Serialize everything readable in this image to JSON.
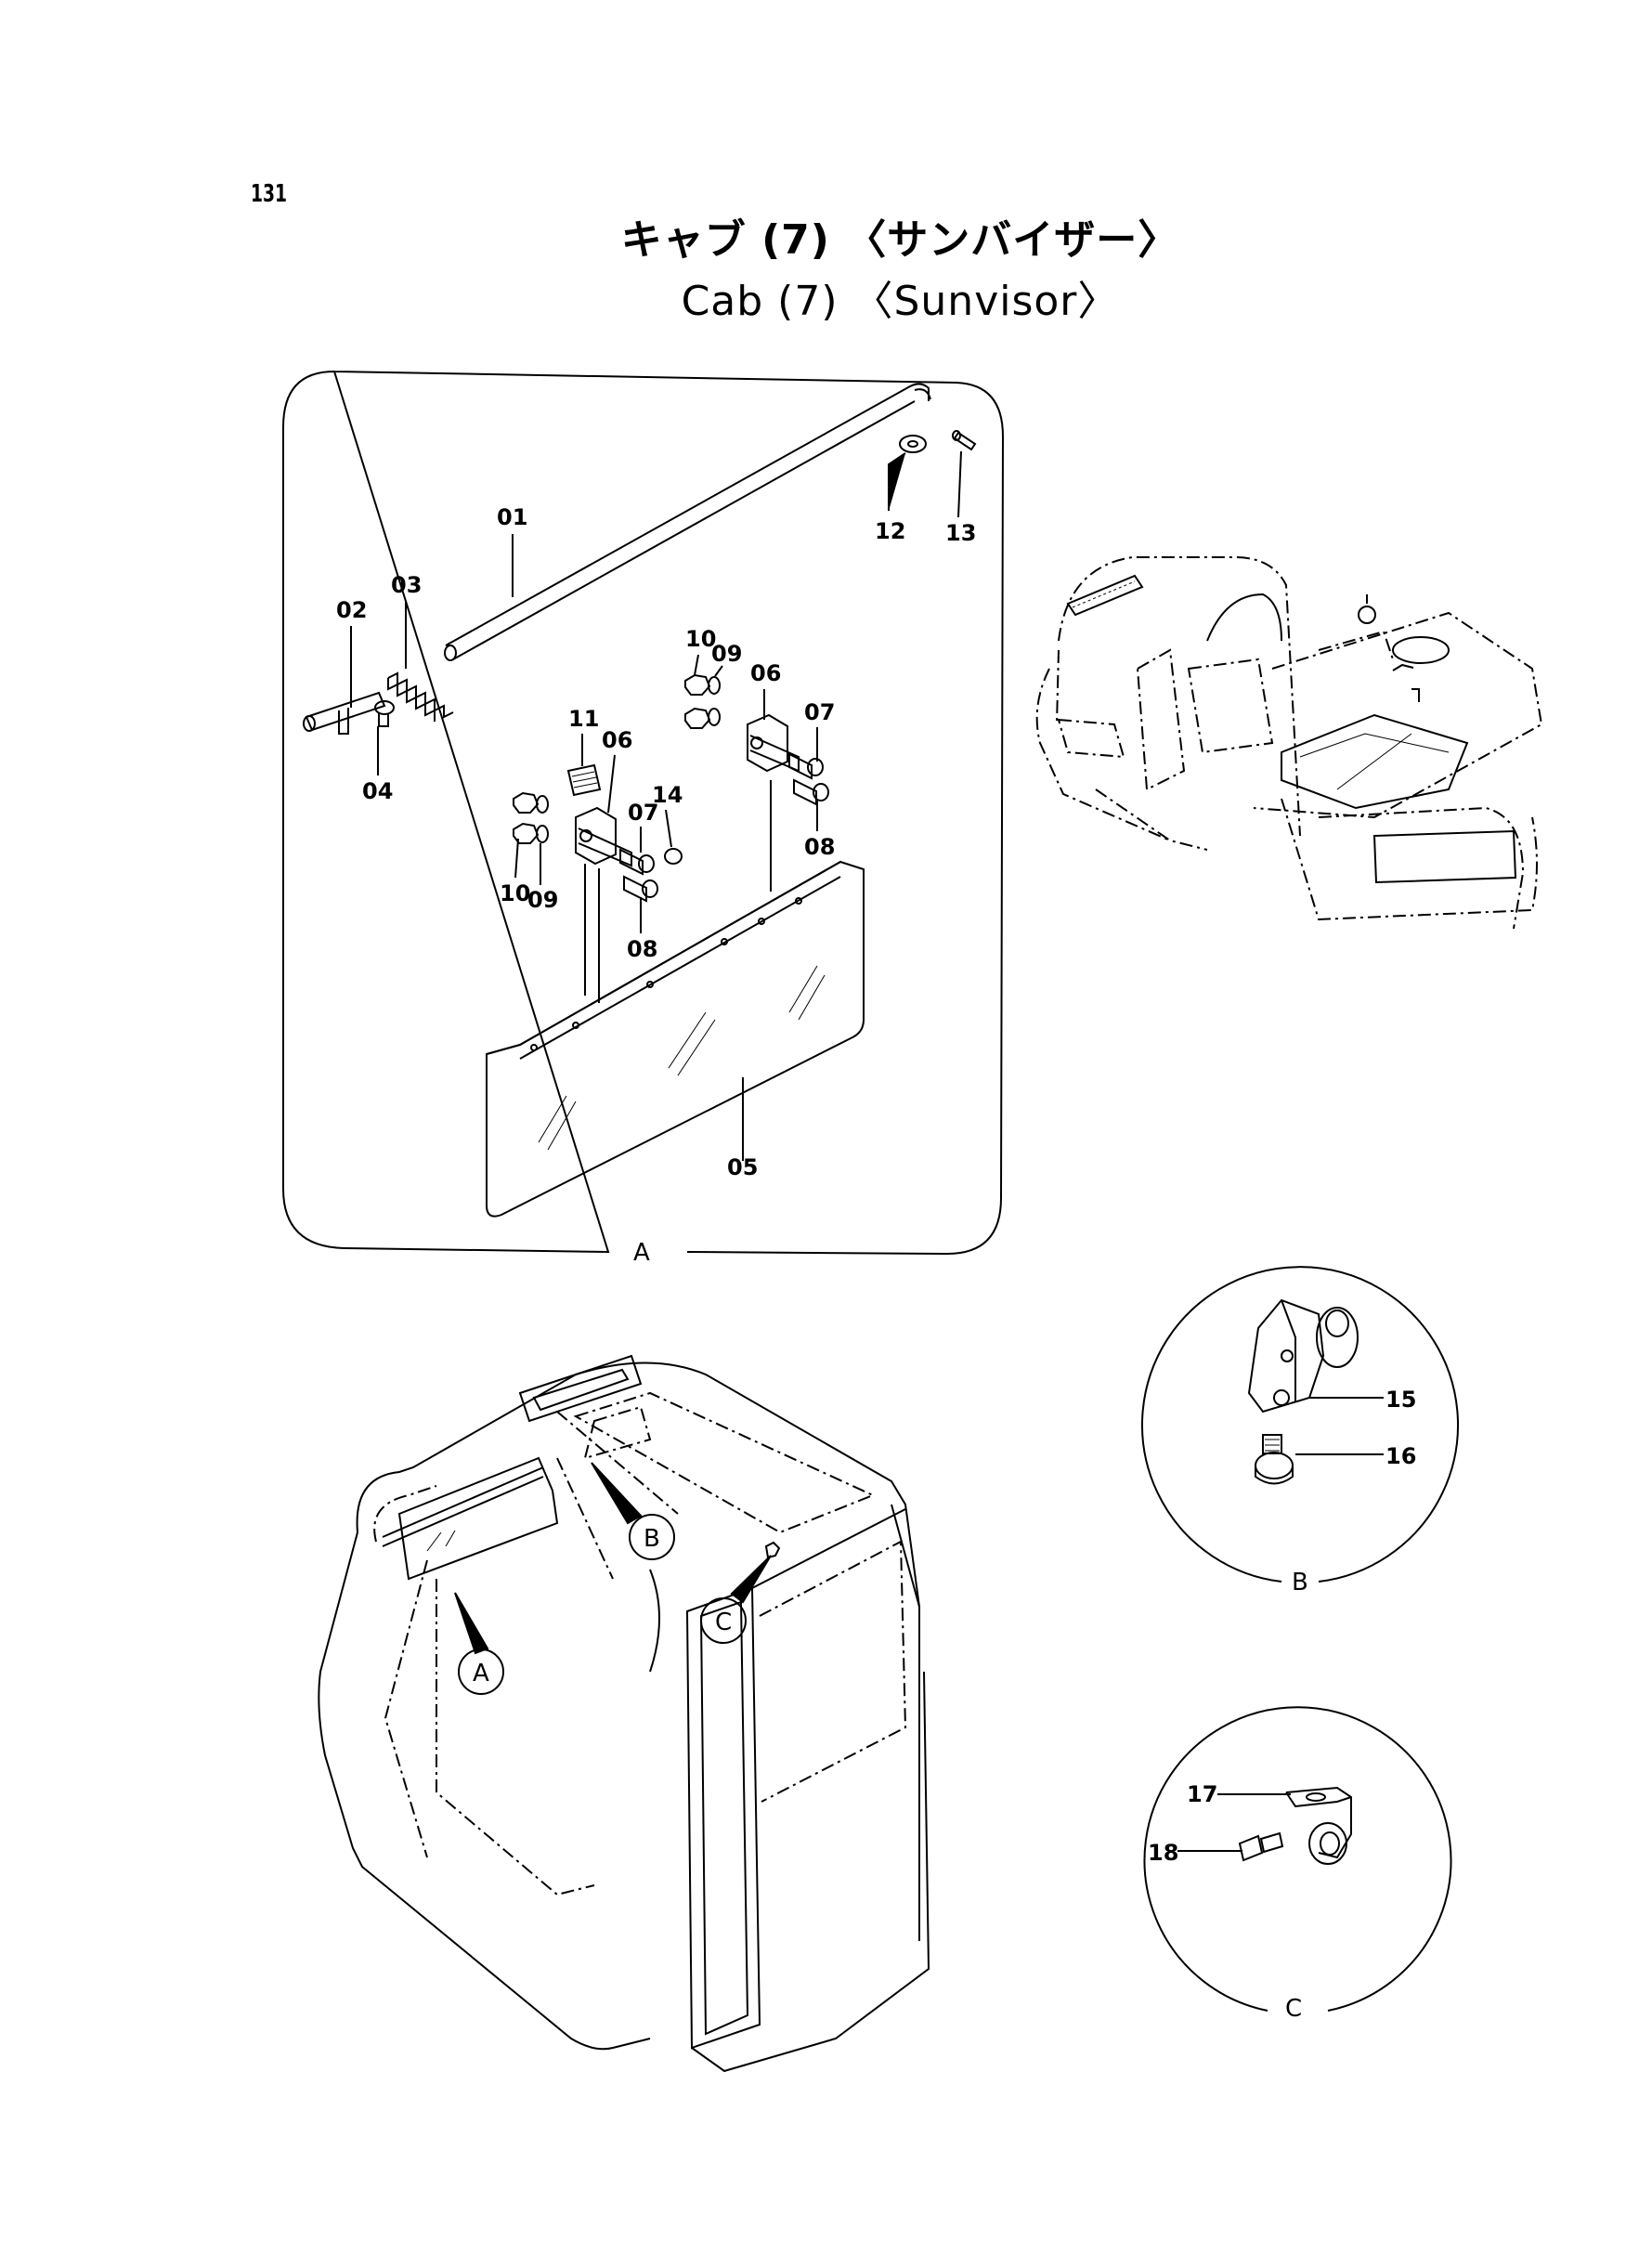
{
  "page": {
    "number": "131"
  },
  "title": {
    "japanese": "キャブ (7) 〈サンバイザー〉",
    "english": "Cab (7) 〈Sunvisor〉"
  },
  "views": {
    "a": {
      "label": "A"
    },
    "b": {
      "label": "B"
    },
    "c": {
      "label": "C"
    }
  },
  "callouts": {
    "a": "A",
    "b": "B",
    "c": "C"
  },
  "parts": {
    "p01": "01",
    "p02": "02",
    "p03": "03",
    "p04": "04",
    "p05": "05",
    "p06a": "06",
    "p06b": "06",
    "p07a": "07",
    "p07b": "07",
    "p08a": "08",
    "p08b": "08",
    "p09a": "09",
    "p09b": "09",
    "p10a": "10",
    "p10b": "10",
    "p11": "11",
    "p12": "12",
    "p13": "13",
    "p14": "14",
    "p15": "15",
    "p16": "16",
    "p17": "17",
    "p18": "18"
  },
  "icons": [
    "excavator-overview-icon",
    "cab-frame-icon",
    "sunvisor-panel-icon",
    "hinge-bracket-icon",
    "bolt-icon",
    "nut-icon",
    "washer-icon",
    "spring-icon",
    "rod-icon",
    "pin-icon"
  ]
}
